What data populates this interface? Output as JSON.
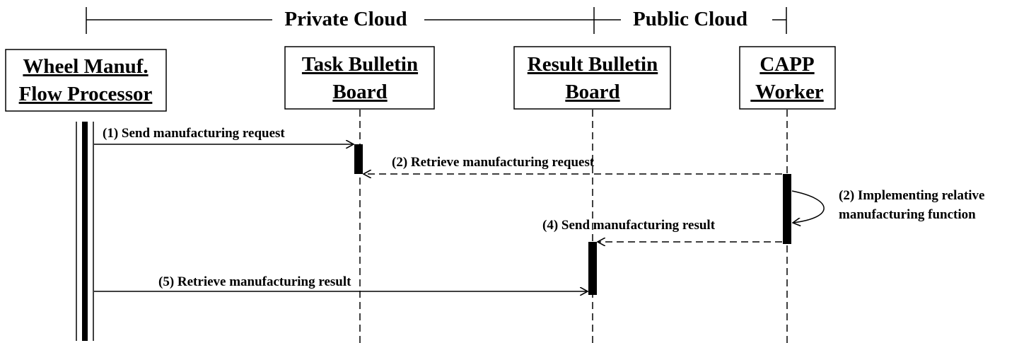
{
  "sections": {
    "private": "Private Cloud",
    "public": "Public Cloud"
  },
  "actors": {
    "wheel_processor": {
      "line1": "Wheel Manuf.",
      "line2": "Flow Processor"
    },
    "task_board": {
      "line1": "Task Bulletin",
      "line2": "Board"
    },
    "result_board": {
      "line1": "Result Bulletin",
      "line2": "Board"
    },
    "capp_worker": {
      "line1": "CAPP",
      "line2": " Worker"
    }
  },
  "messages": {
    "m1": "(1) Send manufacturing request",
    "m2": "(2) Retrieve manufacturing request",
    "m3_line1": "(2) Implementing relative",
    "m3_line2": "manufacturing function",
    "m4": "(4) Send manufacturing result",
    "m5": "(5) Retrieve manufacturing result"
  }
}
